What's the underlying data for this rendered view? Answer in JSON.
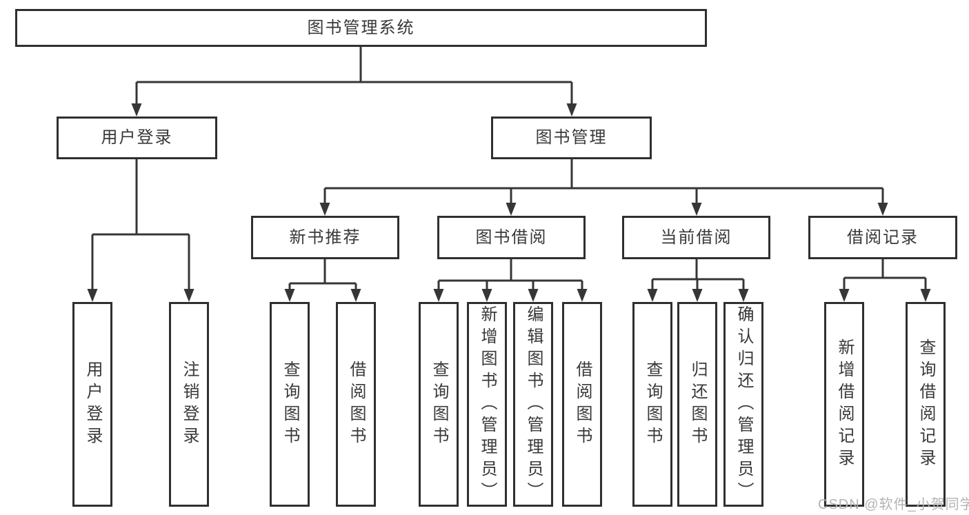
{
  "diagram": {
    "tree": {
      "root": {
        "label": "图书管理系统"
      },
      "branches": [
        {
          "label": "用户登录",
          "children": [
            {
              "label": "用户登录"
            },
            {
              "label": "注销登录"
            }
          ]
        },
        {
          "label": "图书管理",
          "children": [
            {
              "label": "新书推荐",
              "children": [
                {
                  "label": "查询图书"
                },
                {
                  "label": "借阅图书"
                }
              ]
            },
            {
              "label": "图书借阅",
              "children": [
                {
                  "label": "查询图书"
                },
                {
                  "label": "新增图书（管理员）"
                },
                {
                  "label": "编辑图书（管理员）"
                },
                {
                  "label": "借阅图书"
                }
              ]
            },
            {
              "label": "当前借阅",
              "children": [
                {
                  "label": "查询图书"
                },
                {
                  "label": "归还图书"
                },
                {
                  "label": "确认归还（管理员）"
                }
              ]
            },
            {
              "label": "借阅记录",
              "children": [
                {
                  "label": "新增借阅记录"
                },
                {
                  "label": "查询借阅记录"
                }
              ]
            }
          ]
        }
      ]
    },
    "watermark": "CSDN @软件_小贺同学",
    "colors": {
      "line": "#363636",
      "border": "#2f2f2f",
      "text": "#383838",
      "watermark": "#b3b3b3",
      "background": "#ffffff"
    }
  }
}
